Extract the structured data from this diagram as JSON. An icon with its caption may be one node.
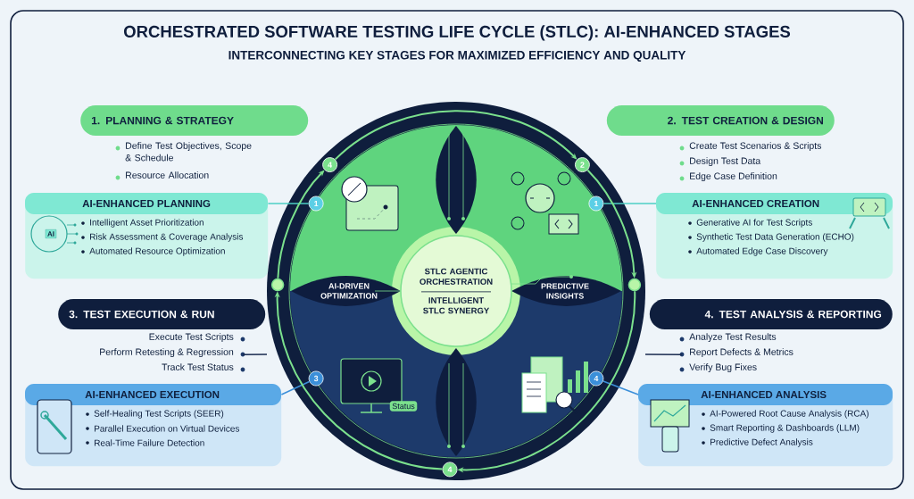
{
  "diagram": {
    "title": "ORCHESTRATED SOFTWARE TESTING LIFE CYCLE (STLC): AI-ENHANCED STAGES",
    "nodes": [
      {
        "text": [
          "1. PLANNING & STRATEGY",
          "Define Test Objectives, Scope & Schedule",
          "Resource Allocation"
        ]
      },
      {
        "text": [
          "AI-ENHANCED PLANNING",
          "Intelligent Asset Prioritization",
          "Risk Assessment & Coverage Analysis",
          "Automated Resource Optimization"
        ]
      },
      {
        "text": [
          "2. TEST CREATION & DESIGN",
          "Create Test Scenarios & Scripts",
          "Design Test Data",
          "Edge Case Definition"
        ]
      },
      {
        "text": [
          "AI-ENHANCED CREATION",
          "Generative AI for Test Scripts",
          "Synthetic Test Data Generation (ECHO)",
          "Automated Edge Case Discovery"
        ]
      },
      {
        "text": [
          "3. TEST EXECUTION & RUN",
          "Execute Test Scripts",
          "Perform Retesting & Regression",
          "Track Test Status"
        ]
      },
      {
        "text": [
          "AI-ENHANCED EXECUTION",
          "Self-Healing Test Scripts (SEER)",
          "Parallel Execution on Virtual Devices",
          "Real-Time Failure Detection"
        ]
      },
      {
        "text": [
          "4. TEST ANALYSIS & REPORTING",
          "Analyze Test Results",
          "Report Defects & Metrics",
          "Verify Bug Fixes"
        ]
      },
      {
        "text": [
          "AI-ENHANCED ANALYSIS",
          "AI-Powered Root Cause Analysis (RCA)",
          "Smart Reporting & Dashboards (LLM)",
          "Predictive Defect Analysis"
        ]
      },
      {
        "text": [
          "STLC AGENTIC ORCHESTRATION",
          "INTELLIGENT STLC SYNERGY"
        ]
      },
      {
        "text": [
          "4"
        ]
      },
      {
        "text": [
          "2"
        ]
      },
      {
        "text": [
          "1"
        ]
      },
      {
        "text": [
          "1"
        ]
      },
      {
        "text": [],
        "shape": "circle"
      },
      {
        "text": [],
        "shape": "circle"
      },
      {
        "text": [
          "3"
        ]
      },
      {
        "text": [
          "4"
        ]
      },
      {
        "text": [
          "4"
        ]
      }
    ],
    "edges": [
      {
        "from": 1,
        "to": 11,
        "arrow": "none",
        "color": "#4ccfc4"
      },
      {
        "from": 3,
        "to": 12,
        "arrow": "none",
        "color": "#4ccfc4"
      },
      {
        "from": 5,
        "to": 15,
        "arrow": "none",
        "color": "#3b8fd9"
      },
      {
        "from": 7,
        "to": 16,
        "arrow": "none",
        "color": "#3b8fd9"
      },
      {
        "from": 4,
        "to": null,
        "arrow": "none",
        "color": "#1a2b50"
      },
      {
        "from": 6,
        "to": null,
        "arrow": "none",
        "color": "#1a2b50"
      },
      {
        "from": 13,
        "to": 9,
        "arrow": "to"
      },
      {
        "from": 9,
        "to": 10,
        "arrow": "to"
      },
      {
        "from": 10,
        "to": 14,
        "arrow": "to"
      },
      {
        "from": 14,
        "to": 17,
        "arrow": "to"
      },
      {
        "from": 17,
        "to": 13,
        "arrow": "to"
      }
    ],
    "labels": [
      "INTERCONNECTING KEY STAGES FOR MAXIMIZED EFFICIENCY AND QUALITY",
      "AI",
      "AI-DRIVEN OPTIMIZATION",
      "PREDICTIVE INSIGHTS",
      "Status"
    ]
  }
}
